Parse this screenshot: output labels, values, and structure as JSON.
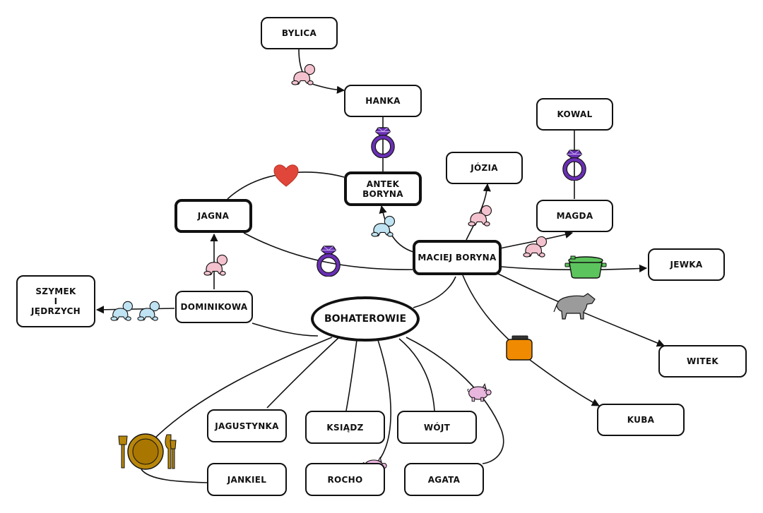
{
  "diagram": {
    "center": "BOHATEROWIE",
    "nodes": {
      "bylica": "BYLICA",
      "hanka": "HANKA",
      "kowal": "KOWAL",
      "jozia": "JÓZIA",
      "antek": "ANTEK BORYNA",
      "jagna": "JAGNA",
      "magda": "MAGDA",
      "maciej": "MACIEJ BORYNA",
      "jewka": "JEWKA",
      "szymek_lines": [
        "SZYMEK",
        "I",
        "JĘDRZYCH"
      ],
      "dominikowa": "DOMINIKOWA",
      "witek": "WITEK",
      "kuba": "KUBA",
      "jagustynka": "JAGUSTYNKA",
      "ksiadz": "KSIĄDZ",
      "wojt": "WÓJT",
      "jankiel": "JANKIEL",
      "rocho": "ROCHO",
      "agata": "AGATA"
    },
    "icons": {
      "ring": "ring-icon",
      "baby": "baby-icon",
      "heart": "heart-icon",
      "pot": "cooking-pot-icon",
      "cow": "cow-icon",
      "jar": "jar-icon",
      "pig": "pig-icon",
      "plate": "plate-cutlery-icon"
    },
    "colors": {
      "ring": "#6a2fb5",
      "baby_pink": "#f4c2cf",
      "baby_blue": "#bfe3f3",
      "heart": "#e0473a",
      "pot": "#5cc45c",
      "cow": "#9b9b9b",
      "jar": "#f08a00",
      "pig": "#e9b6de",
      "plate": "#b8860b"
    }
  }
}
